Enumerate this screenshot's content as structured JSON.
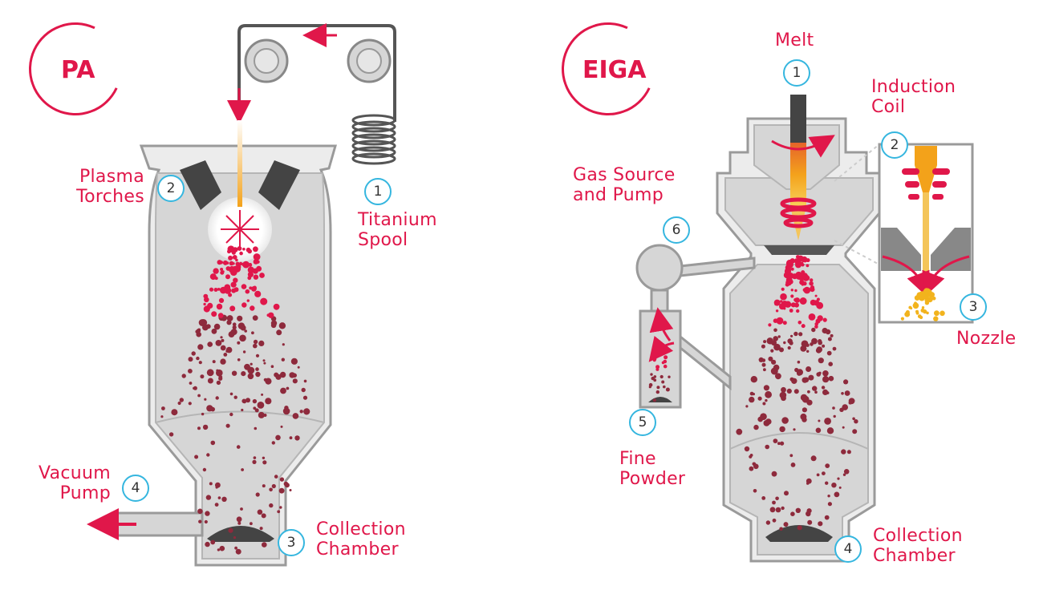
{
  "pa": {
    "logo": "PA",
    "spool": {
      "num": "1",
      "line1": "Titanium",
      "line2": "Spool"
    },
    "torches": {
      "num": "2",
      "line1": "Plasma",
      "line2": "Torches"
    },
    "chamber": {
      "num": "3",
      "line1": "Collection",
      "line2": "Chamber"
    },
    "pump": {
      "num": "4",
      "line1": "Vacuum",
      "line2": "Pump"
    }
  },
  "eiga": {
    "logo": "EIGA",
    "melt": {
      "num": "1",
      "line1": "Melt"
    },
    "coil": {
      "num": "2",
      "line1": "Induction",
      "line2": "Coil"
    },
    "nozzle": {
      "num": "3",
      "line1": "Nozzle"
    },
    "chamber": {
      "num": "4",
      "line1": "Collection",
      "line2": "Chamber"
    },
    "fine": {
      "num": "5",
      "line1": "Fine",
      "line2": "Powder"
    },
    "gas": {
      "num": "6",
      "line1": "Gas Source",
      "line2": "and Pump"
    }
  },
  "colors": {
    "accent": "#e0174a",
    "badge": "#35b6df",
    "vessel": "#d6d6d6",
    "outline": "#9a9a9a",
    "particle": "#8e2a3c",
    "gold": "#f2b31d"
  }
}
